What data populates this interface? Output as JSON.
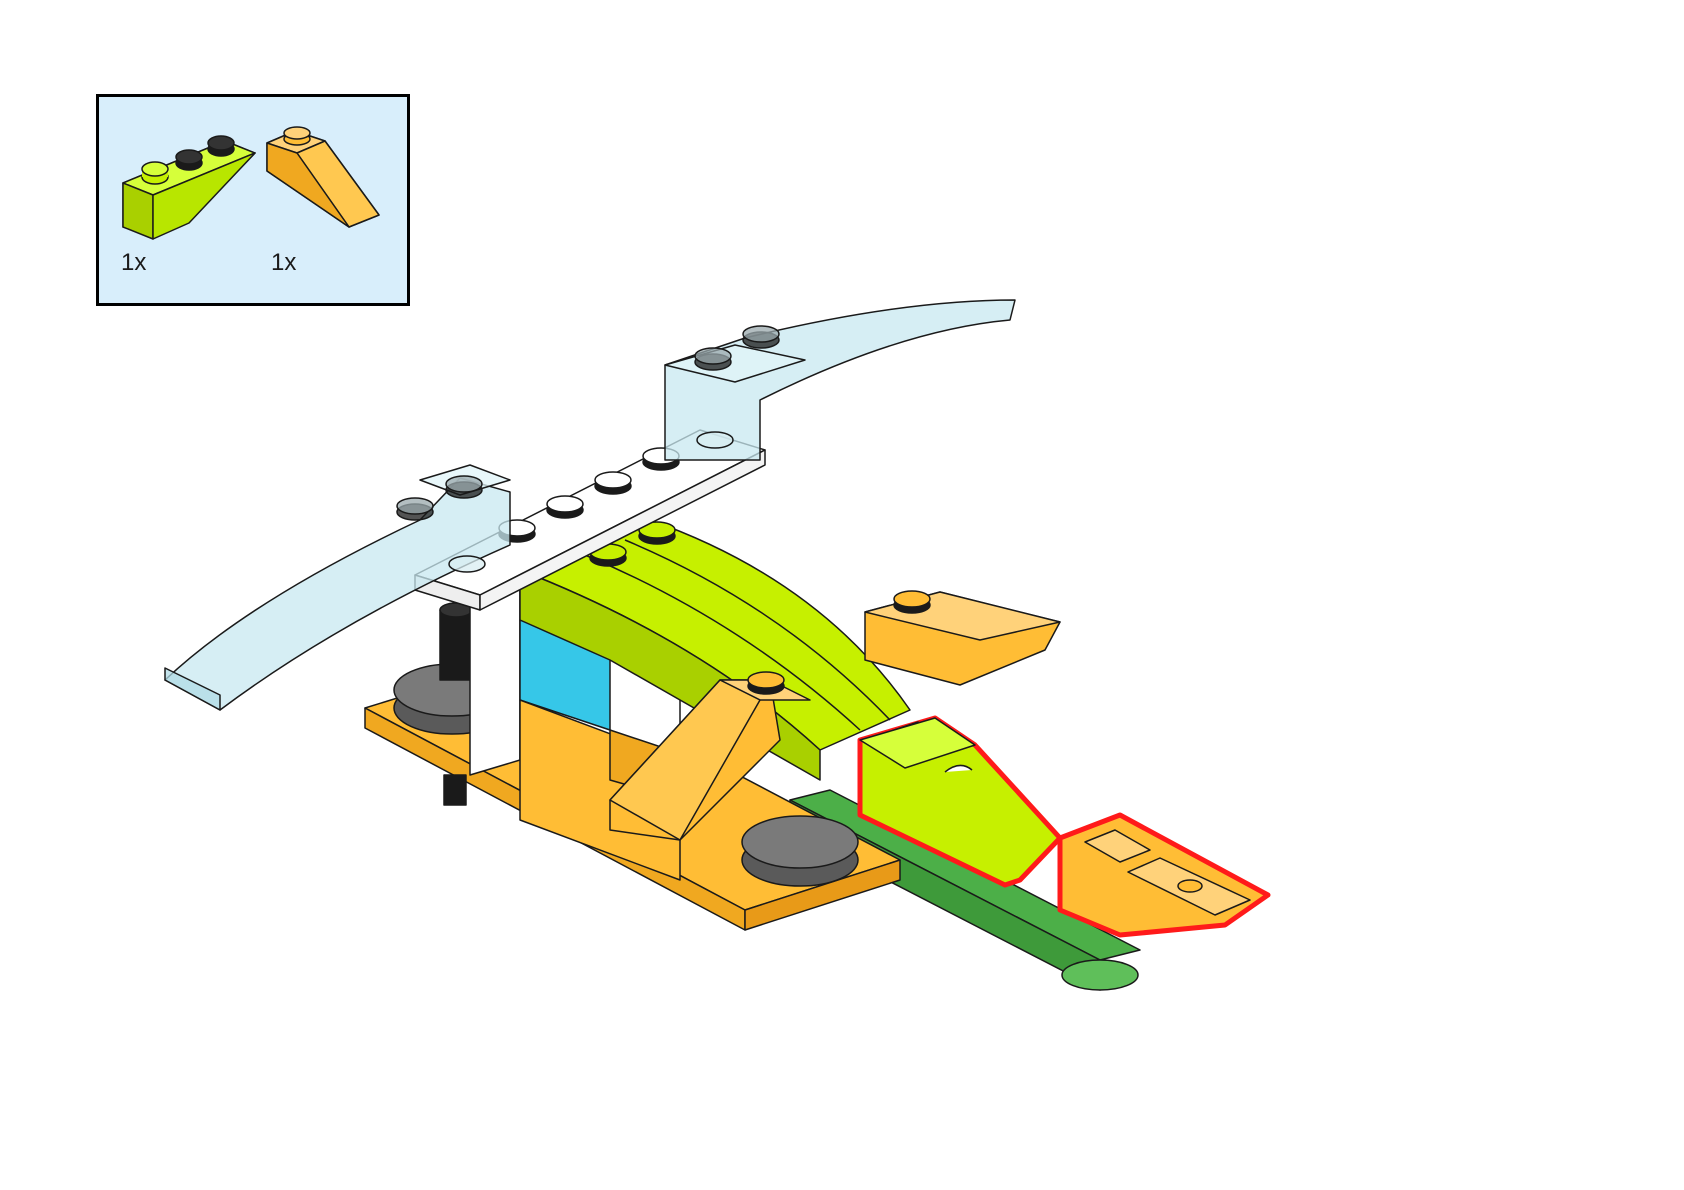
{
  "parts_callout": {
    "items": [
      {
        "part": "slope-brick-inverted-1x3",
        "color": "#c6f000",
        "quantity": "1x"
      },
      {
        "part": "slope-brick-1x2",
        "color": "#ffbd35",
        "quantity": "1x"
      }
    ]
  },
  "colors": {
    "lime": "#c6f000",
    "orange": "#ffbd35",
    "green": "#4caf48",
    "trans_clear": "#c8e8f0",
    "white": "#ffffff",
    "azure": "#36c7e8",
    "dark_gray": "#5a5a5a",
    "black": "#1a1a1a",
    "highlight": "#ff1a1a",
    "callout_background": "#d8eefb"
  }
}
